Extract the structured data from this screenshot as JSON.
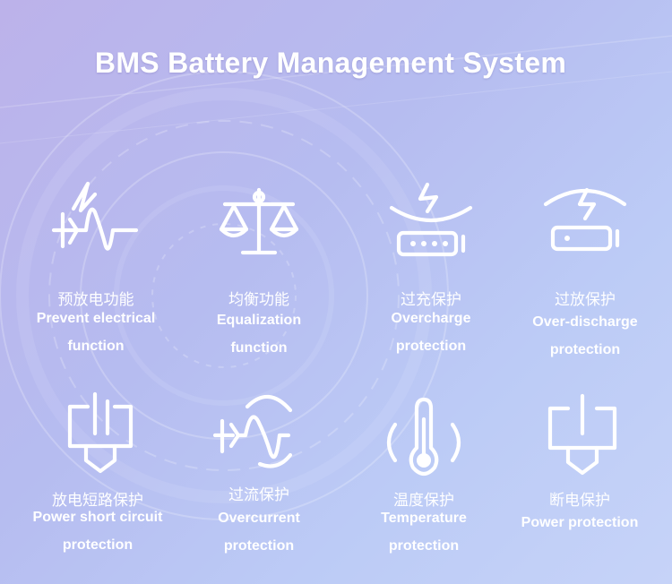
{
  "title": "BMS Battery Management System",
  "features": [
    {
      "icon": "surge-pulse-icon",
      "cn": "预放电功能",
      "en_line1": "Prevent electrical",
      "en_line2": "function"
    },
    {
      "icon": "balance-scale-icon",
      "cn": "均衡功能",
      "en_line1": "Equalization",
      "en_line2": "function"
    },
    {
      "icon": "overcharge-battery-icon",
      "cn": "过充保护",
      "en_line1": "Overcharge",
      "en_line2": "protection"
    },
    {
      "icon": "overdischarge-battery-icon",
      "cn": "过放保护",
      "en_line1": "Over-discharge",
      "en_line2": "protection"
    },
    {
      "icon": "short-circuit-plug-icon",
      "cn": "放电短路保护",
      "en_line1": "Power short circuit",
      "en_line2": "protection"
    },
    {
      "icon": "overcurrent-wave-icon",
      "cn": "过流保护",
      "en_line1": "Overcurrent",
      "en_line2": "protection"
    },
    {
      "icon": "thermometer-icon",
      "cn": "温度保护",
      "en_line1": "Temperature",
      "en_line2": "protection"
    },
    {
      "icon": "power-cut-plug-icon",
      "cn": "断电保护",
      "en_line1": "Power protection",
      "en_line2": ""
    }
  ]
}
